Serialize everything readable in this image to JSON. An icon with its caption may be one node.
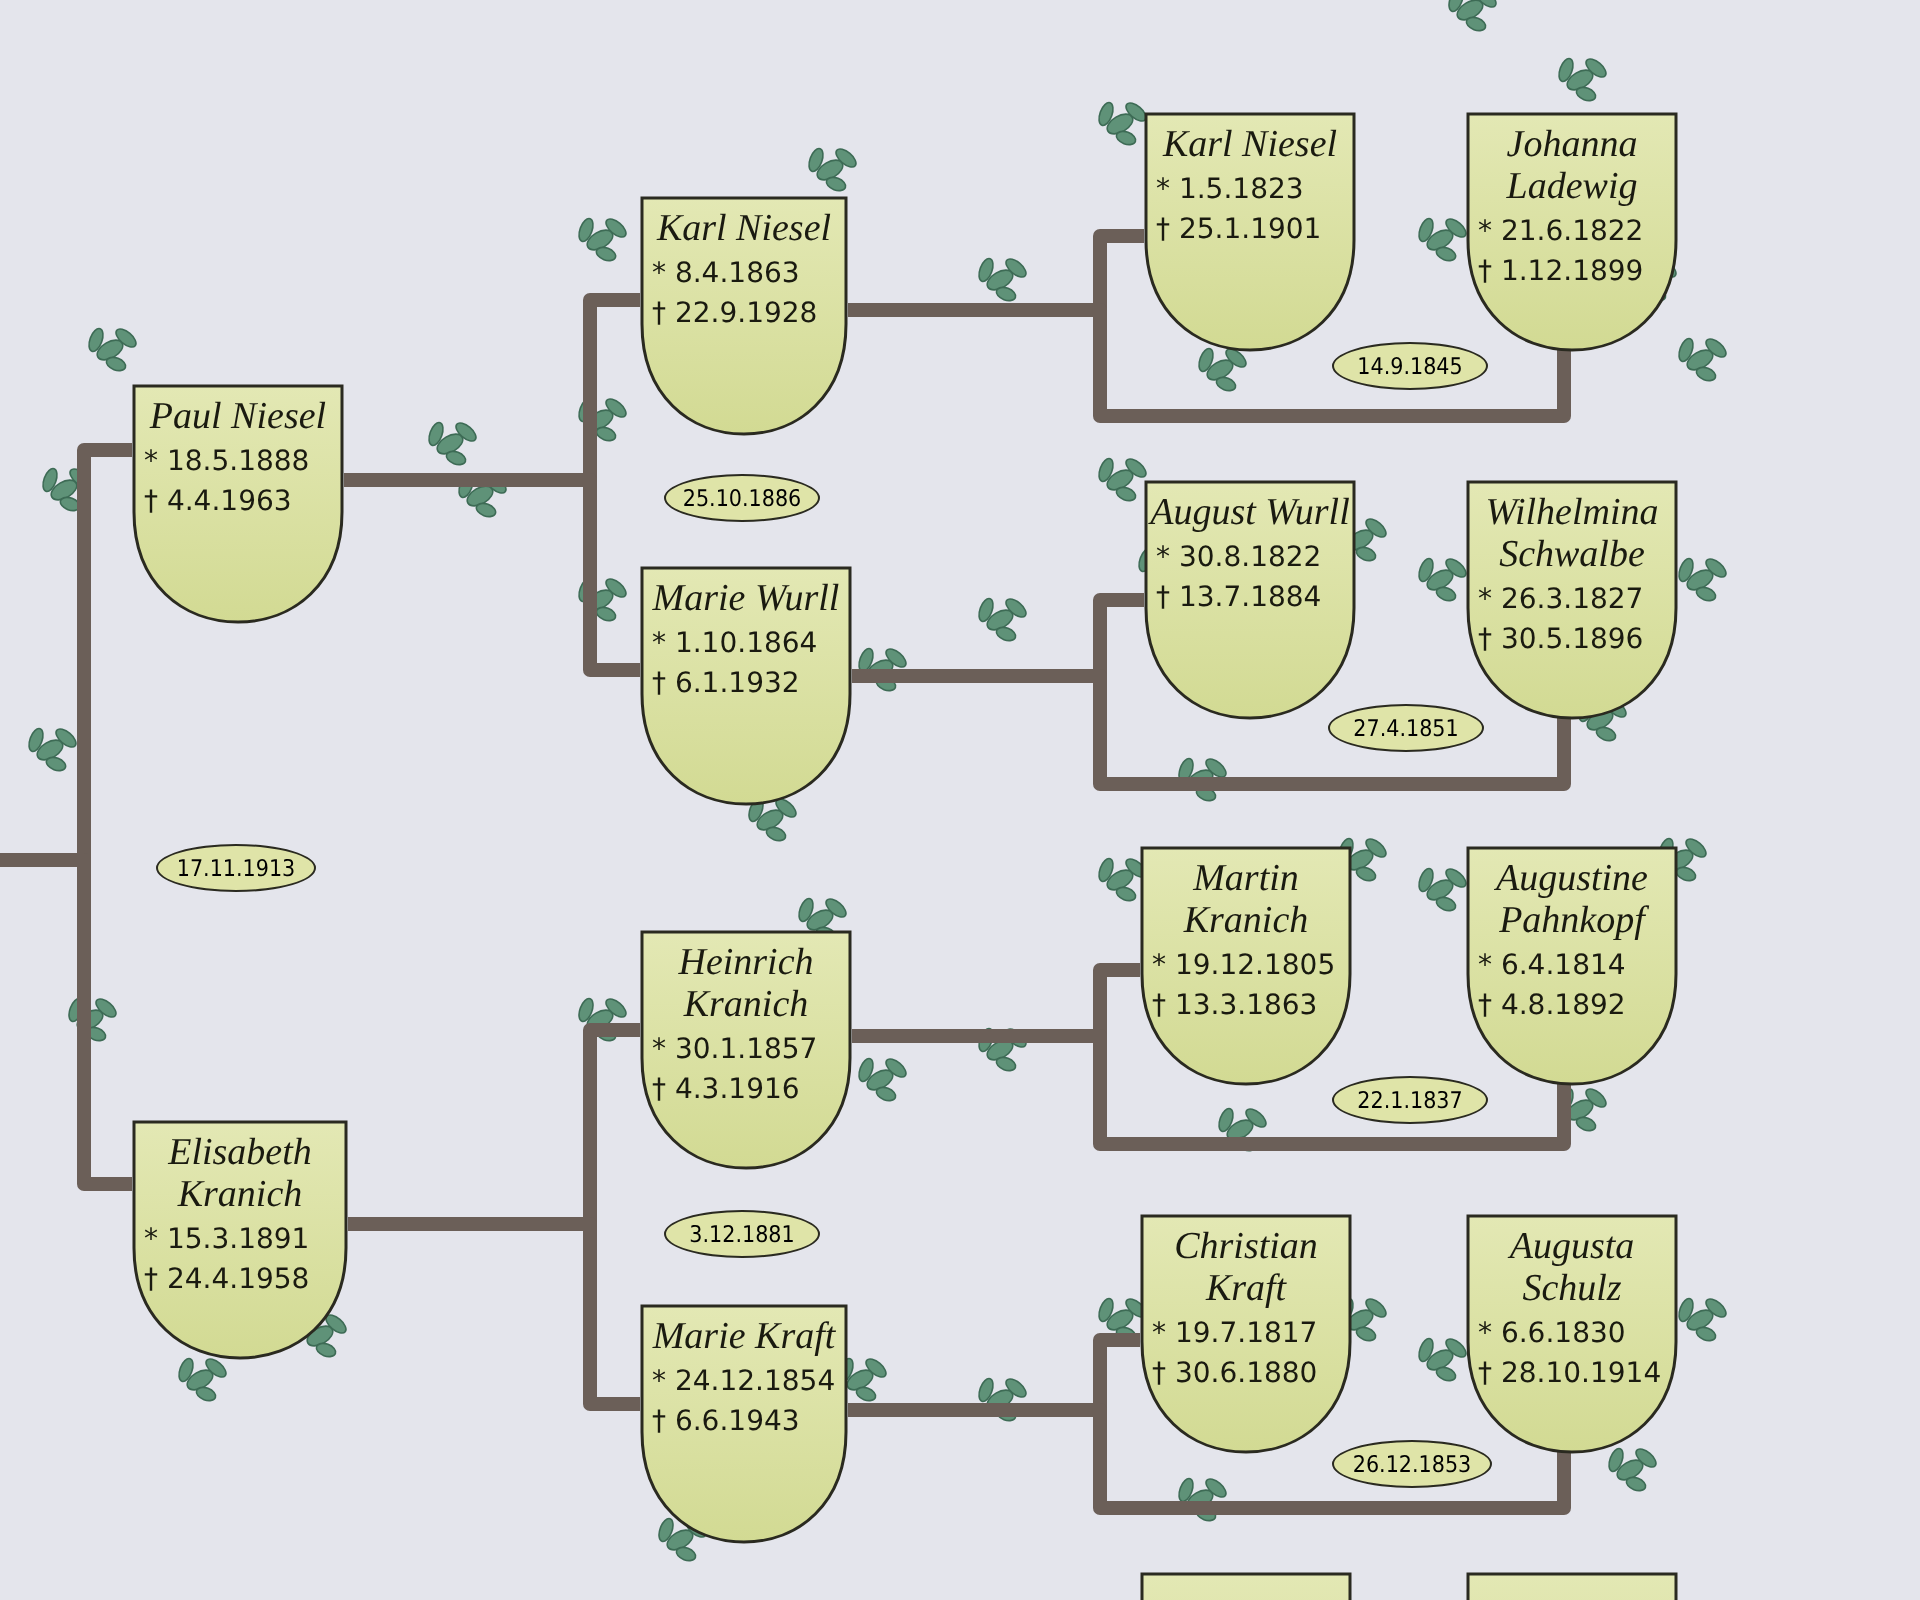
{
  "diagram": {
    "nodes": [
      {
        "text": [
          "Paul Niesel",
          "* 18.5.1888",
          "† 4.4.1963"
        ]
      },
      {
        "text": [
          "Elisabeth Kranich",
          "* 15.3.1891",
          "† 24.4.1958"
        ]
      },
      {
        "text": [
          "17.11.1913"
        ]
      },
      {
        "text": [
          "Karl Niesel",
          "* 8.4.1863",
          "† 22.9.1928"
        ]
      },
      {
        "text": [
          "25.10.1886"
        ]
      },
      {
        "text": [
          "Marie Wurll",
          "* 1.10.1864",
          "† 6.1.1932"
        ]
      },
      {
        "text": [
          "Heinrich Kranich",
          "* 30.1.1857",
          "† 4.3.1916"
        ]
      },
      {
        "text": [
          "3.12.1881"
        ]
      },
      {
        "text": [
          "Marie Kraft",
          "* 24.12.1854",
          "† 6.6.1943"
        ]
      },
      {
        "text": [
          "Karl Niesel",
          "* 1.5.1823",
          "† 25.1.1901"
        ]
      },
      {
        "text": [
          "Johanna Ladewig",
          "* 21.6.1822",
          "† 1.12.1899"
        ]
      },
      {
        "text": [
          "14.9.1845"
        ]
      },
      {
        "text": [
          "August Wurll",
          "* 30.8.1822",
          "† 13.7.1884"
        ]
      },
      {
        "text": [
          "Wilhelmina Schwalbe",
          "* 26.3.1827",
          "† 30.5.1896"
        ]
      },
      {
        "text": [
          "27.4.1851"
        ]
      },
      {
        "text": [
          "Martin Kranich",
          "* 19.12.1805",
          "† 13.3.1863"
        ]
      },
      {
        "text": [
          "Augustine Pahnkopf",
          "* 6.4.1814",
          "† 4.8.1892"
        ]
      },
      {
        "text": [
          "22.1.1837"
        ]
      },
      {
        "text": [
          "Christian Kraft",
          "* 19.7.1817",
          "† 30.6.1880"
        ]
      },
      {
        "text": [
          "Augusta Schulz",
          "* 6.6.1830",
          "† 28.10.1914"
        ]
      },
      {
        "text": [
          "26.12.1853"
        ]
      },
      {
        "text": [],
        "shape": "shield"
      },
      {
        "text": [],
        "shape": "shield"
      }
    ],
    "edges": [
      {
        "from": null,
        "to": 0,
        "arrow": "none"
      },
      {
        "from": null,
        "to": 1,
        "arrow": "none"
      },
      {
        "from": 0,
        "to": 3,
        "arrow": "none"
      },
      {
        "from": 0,
        "to": 5,
        "arrow": "none"
      },
      {
        "from": 1,
        "to": 6,
        "arrow": "none"
      },
      {
        "from": 1,
        "to": 8,
        "arrow": "none"
      },
      {
        "from": 3,
        "to": 9,
        "arrow": "none"
      },
      {
        "from": 3,
        "to": 10,
        "arrow": "none"
      },
      {
        "from": 5,
        "to": 12,
        "arrow": "none"
      },
      {
        "from": 5,
        "to": 13,
        "arrow": "none"
      },
      {
        "from": 6,
        "to": 15,
        "arrow": "none"
      },
      {
        "from": 6,
        "to": 16,
        "arrow": "none"
      },
      {
        "from": 8,
        "to": 18,
        "arrow": "none"
      },
      {
        "from": 8,
        "to": 19,
        "arrow": "none"
      }
    ]
  }
}
